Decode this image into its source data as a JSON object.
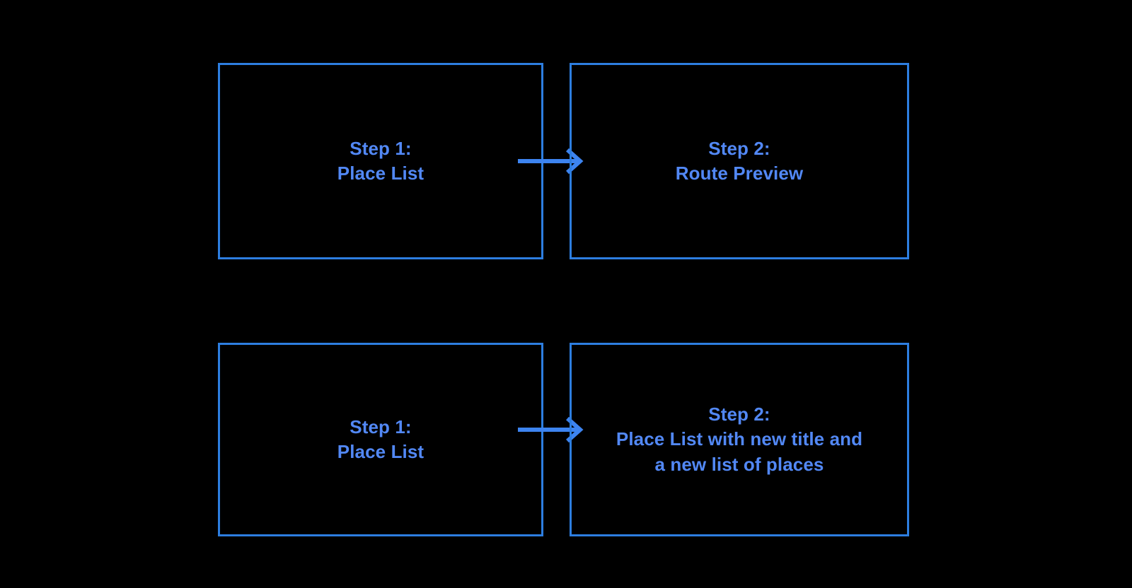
{
  "diagram": {
    "background_color": "#000000",
    "accent_border_color": "#2d7ee0",
    "accent_text_color": "#5288f5",
    "rows": [
      {
        "row_name": "route-preview-flow",
        "from": {
          "title": "Step 1:",
          "subtitle": "Place List",
          "full_label": "Step 1:\nPlace List"
        },
        "arrow": {
          "icon": "arrow-right-icon",
          "direction": "right"
        },
        "to": {
          "title": "Step 2:",
          "subtitle": "Route Preview",
          "full_label": "Step 2:\nRoute Preview"
        }
      },
      {
        "row_name": "place-list-update-flow",
        "from": {
          "title": "Step 1:",
          "subtitle": "Place List",
          "full_label": "Step 1:\nPlace List"
        },
        "arrow": {
          "icon": "arrow-right-icon",
          "direction": "right"
        },
        "to": {
          "title": "Step 2:",
          "subtitle": "Place List with new title and a new list of places",
          "full_label": "Step 2:\nPlace List with new title and\na new list of places"
        }
      }
    ]
  }
}
